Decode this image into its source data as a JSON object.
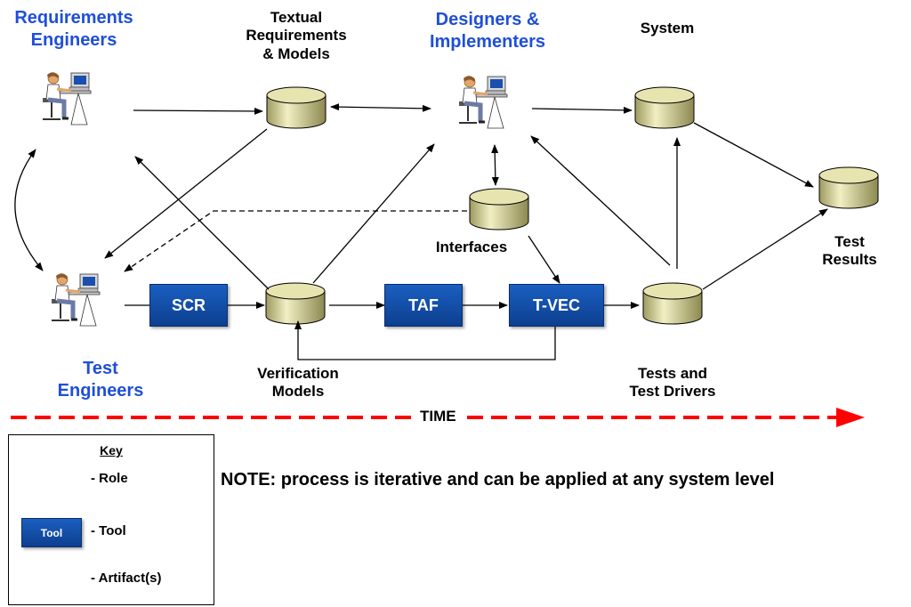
{
  "roles": {
    "requirements_engineers": [
      "Requirements",
      "Engineers"
    ],
    "designers_implementers": [
      "Designers &",
      "Implementers"
    ],
    "test_engineers": [
      "Test",
      "Engineers"
    ]
  },
  "artifacts": {
    "textual_requirements": [
      "Textual",
      "Requirements",
      "& Models"
    ],
    "system": "System",
    "interfaces": "Interfaces",
    "verification_models": [
      "Verification",
      "Models"
    ],
    "tests_and_drivers": [
      "Tests and",
      "Test Drivers"
    ],
    "test_results": [
      "Test",
      "Results"
    ]
  },
  "tools": {
    "scr": "SCR",
    "taf": "TAF",
    "tvec": "T-VEC"
  },
  "timeline": {
    "label": "TIME",
    "color": "#ff0000"
  },
  "note": "NOTE: process is iterative and can be applied at any system level",
  "key": {
    "title": "Key",
    "role": "- Role",
    "tool_sample": "Tool",
    "tool": "- Tool",
    "artifact": "- Artifact(s)"
  },
  "colors": {
    "role_text": "#1f4fd8",
    "tool_fill": "#1550a8",
    "artifact_fill": "#dcd9a0"
  }
}
